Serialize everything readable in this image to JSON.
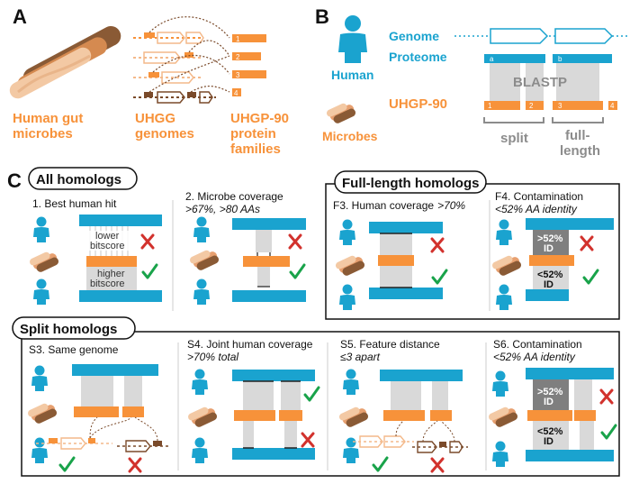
{
  "panel_a": {
    "letter": "A",
    "microbes_label_1": "Human gut",
    "microbes_label_2": "microbes",
    "genomes_label_1": "UHGG",
    "genomes_label_2": "genomes",
    "families_label_1": "UHGP-90",
    "families_label_2": "protein",
    "families_label_3": "families",
    "family_numbers": [
      "1",
      "2",
      "3",
      "4"
    ]
  },
  "panel_b": {
    "letter": "B",
    "human_label": "Human",
    "genome_label": "Genome",
    "proteome_label": "Proteome",
    "uhgp_label": "UHGP-90",
    "microbes_label": "Microbes",
    "blastp_label": "BLASTP",
    "protein_a": "a",
    "protein_b": "b",
    "microbe_numbers": [
      "1",
      "2",
      "3",
      "4"
    ],
    "split_label": "split",
    "full_label_1": "full-",
    "full_label_2": "length"
  },
  "panel_c": {
    "letter": "C",
    "all_homologs": "All homologs",
    "full_length_homologs": "Full-length homologs",
    "split_homologs": "Split homologs",
    "f1_title": "1. Best human hit",
    "lower_1": "lower",
    "lower_2": "bitscore",
    "higher_1": "higher",
    "higher_2": "bitscore",
    "f2_title": "2. Microbe coverage",
    "f2_sub": ">67%, >80 AAs",
    "f3_title": "F3. Human coverage",
    "f3_sub": ">70%",
    "f4_title": "F4. Contamination",
    "f4_sub": "<52% AA identity",
    "gt52_1": ">52%",
    "gt52_2": "ID",
    "lt52_1": "<52%",
    "lt52_2": "ID",
    "s3_title": "S3. Same genome",
    "s4_title": "S4. Joint human coverage",
    "s4_sub": ">70% total",
    "s5_title": "S5. Feature distance",
    "s5_sub": "≤3 apart",
    "s6_title": "S6. Contamination",
    "s6_sub": "<52% AA identity",
    "check_mark": "✓",
    "cross_mark": "✗"
  },
  "colors": {
    "human": "#1aa3cf",
    "microbe": "#f7923a",
    "microbe_dark": "#7a4a2a",
    "microbe_light": "#f4b98a",
    "grey": "#d9d9d9",
    "dark_grey": "#7f7f7f",
    "check": "#19a34a",
    "cross": "#d2322d"
  }
}
